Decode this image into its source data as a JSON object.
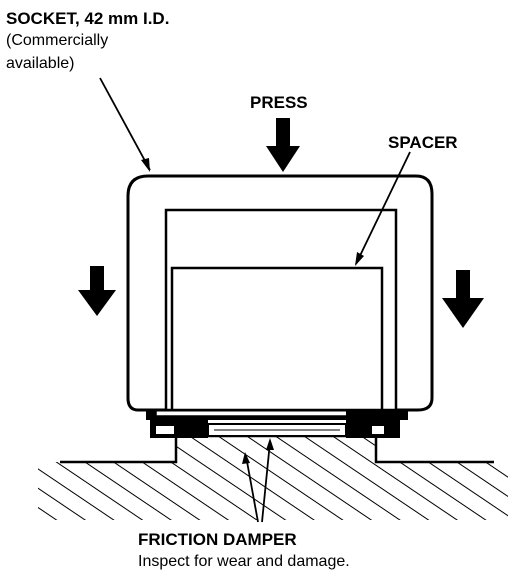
{
  "labels": {
    "socket_title": "SOCKET, 42 mm I.D.",
    "socket_note_line1": "(Commercially",
    "socket_note_line2": "available)",
    "press": "PRESS",
    "spacer": "SPACER",
    "damper_title": "FRICTION DAMPER",
    "damper_note": "Inspect for wear and damage."
  },
  "colors": {
    "ink": "#000000",
    "paper": "#ffffff"
  }
}
